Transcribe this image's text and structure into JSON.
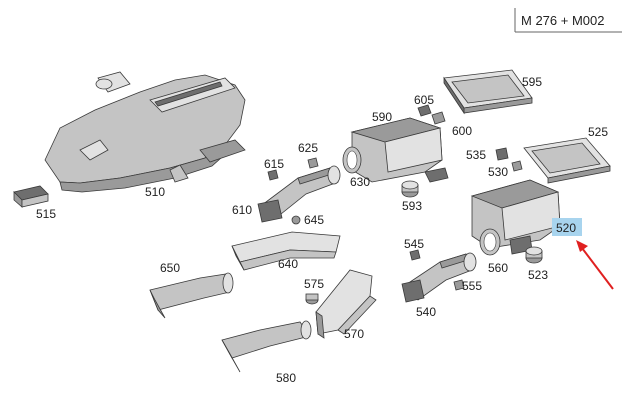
{
  "header": {
    "title": "M 276 + M002"
  },
  "highlight": {
    "label": "520",
    "box_color": "#a8d4ee",
    "arrow_color": "#e02020"
  },
  "parts": {
    "p510": "510",
    "p515": "515",
    "p520": "520",
    "p523": "523",
    "p525": "525",
    "p530": "530",
    "p535": "535",
    "p540": "540",
    "p545": "545",
    "p555": "555",
    "p560": "560",
    "p570": "570",
    "p575": "575",
    "p580": "580",
    "p590": "590",
    "p593": "593",
    "p595": "595",
    "p600": "600",
    "p605": "605",
    "p610": "610",
    "p615": "615",
    "p625": "625",
    "p630": "630",
    "p640": "640",
    "p645": "645",
    "p650": "650"
  },
  "icons": {
    "engine_cover": "engine-cover-icon",
    "air_filter_housing": "air-filter-housing-icon",
    "air_filter_element": "air-filter-element-icon",
    "intake_hose": "intake-hose-icon"
  }
}
